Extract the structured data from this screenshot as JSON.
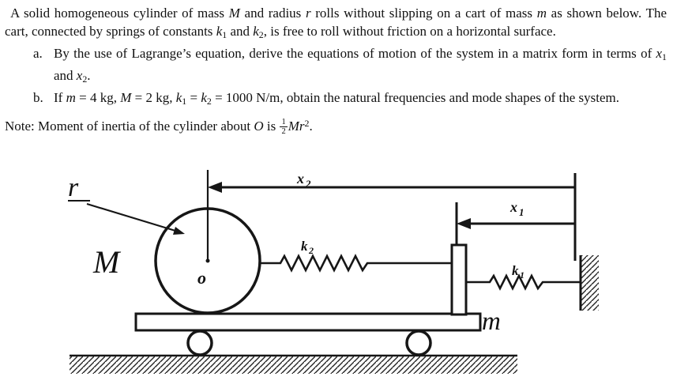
{
  "problem": {
    "intro": [
      {
        "t": "A solid homogeneous cylinder of mass "
      },
      {
        "t": "M",
        "s": "var"
      },
      {
        "t": " and radius "
      },
      {
        "t": "r",
        "s": "var"
      },
      {
        "t": " rolls without slipping on a cart of mass "
      },
      {
        "t": "m",
        "s": "var"
      },
      {
        "t": " as shown below. The cart, connected by springs of constants "
      },
      {
        "t": "k",
        "s": "var"
      },
      {
        "t": "1",
        "s": "sub"
      },
      {
        "t": " and "
      },
      {
        "t": "k",
        "s": "var"
      },
      {
        "t": "2",
        "s": "sub"
      },
      {
        "t": ", is free to roll without friction on a horizontal surface."
      }
    ],
    "items": [
      {
        "label": "a.",
        "text": [
          {
            "t": "By the use of Lagrange’s equation, derive the equations of motion of the system in a matrix form in terms of "
          },
          {
            "t": "x",
            "s": "var"
          },
          {
            "t": "1",
            "s": "sub"
          },
          {
            "t": " and "
          },
          {
            "t": "x",
            "s": "var"
          },
          {
            "t": "2",
            "s": "sub"
          },
          {
            "t": "."
          }
        ]
      },
      {
        "label": "b.",
        "text": [
          {
            "t": "If "
          },
          {
            "t": "m",
            "s": "var"
          },
          {
            "t": " = 4 kg, "
          },
          {
            "t": "M",
            "s": "var"
          },
          {
            "t": " = 2 kg, "
          },
          {
            "t": "k",
            "s": "var"
          },
          {
            "t": "1",
            "s": "sub"
          },
          {
            "t": " = "
          },
          {
            "t": "k",
            "s": "var"
          },
          {
            "t": "2",
            "s": "sub"
          },
          {
            "t": " = 1000 N/m, obtain the natural frequencies and mode shapes of the system."
          }
        ]
      }
    ],
    "note": [
      {
        "t": "Note: Moment of inertia of the cylinder about "
      },
      {
        "t": "O",
        "s": "var"
      },
      {
        "t": " is "
      },
      {
        "frac": [
          "1",
          "2"
        ]
      },
      {
        "t": "Mr",
        "s": "var"
      },
      {
        "t": "2",
        "s": "sup"
      },
      {
        "t": "."
      }
    ]
  },
  "diagram": {
    "r_label": "r",
    "M_label": "M",
    "O_label": "o",
    "m_label": "m",
    "x2_base": "x",
    "x2_sub": "2",
    "x1_base": "x",
    "x1_sub": "1",
    "k2_base": "k",
    "k2_sub": "2",
    "k1_base": "k",
    "k1_sub": "1"
  }
}
